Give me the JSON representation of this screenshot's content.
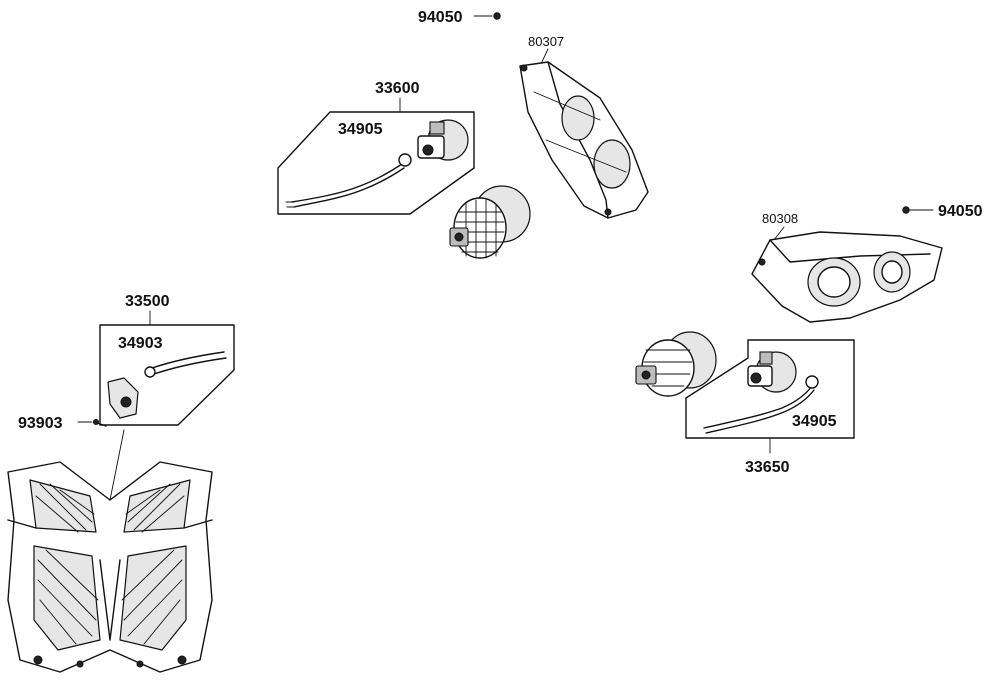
{
  "diagram": {
    "callouts": {
      "c94050_top": "94050",
      "c80307": "80307",
      "c33600": "33600",
      "c34905_left": "34905",
      "c80308": "80308",
      "c94050_right": "94050",
      "c33500": "33500",
      "c34903": "34903",
      "c93903": "93903",
      "c34905_right": "34905",
      "c33650": "33650"
    },
    "colors": {
      "line": "#111111",
      "background": "#ffffff",
      "shade": "#e6e6e6"
    }
  }
}
